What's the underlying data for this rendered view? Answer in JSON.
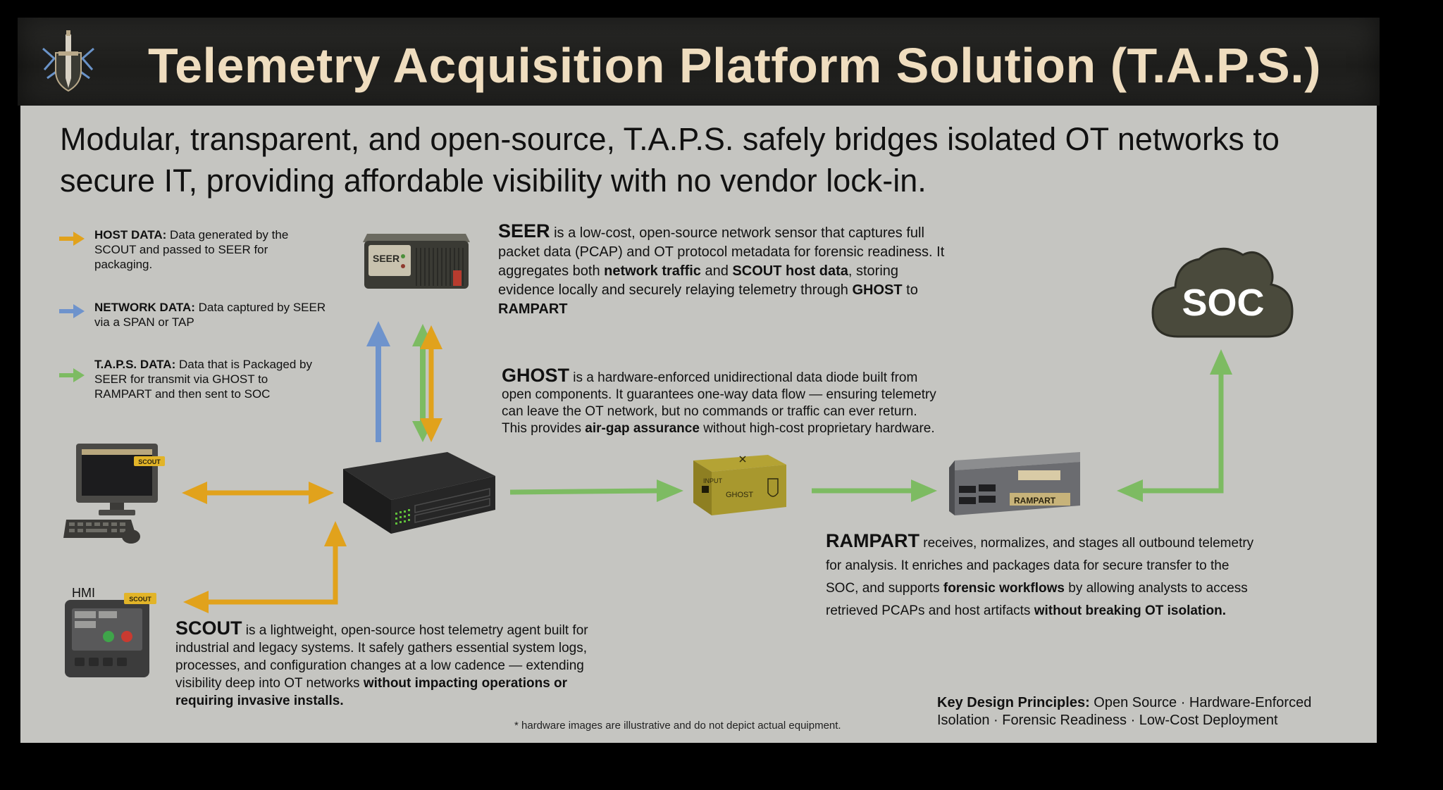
{
  "header": {
    "title": "Telemetry Acquisition Platform Solution (T.A.P.S.)"
  },
  "subtitle": "Modular, transparent, and open-source, T.A.P.S. safely bridges isolated OT networks to secure IT, providing affordable visibility with no vendor lock-in.",
  "legend": [
    {
      "label": "HOST DATA:",
      "text": " Data generated by the SCOUT and passed to SEER for packaging.",
      "color": "#e1a21c"
    },
    {
      "label": "NETWORK DATA:",
      "text": " Data captured by SEER via a SPAN or TAP",
      "color": "#6e93cc"
    },
    {
      "label": "T.A.P.S. DATA:",
      "text": " Data that is Packaged by SEER for transmit via GHOST to RAMPART and then sent to SOC",
      "color": "#7dbb62"
    }
  ],
  "colors": {
    "host": "#e1a21c",
    "network": "#6e93cc",
    "taps": "#7dbb62",
    "soc_cloud": "#4a4a3c"
  },
  "icons": {
    "header_logo": "sword-shield-icon",
    "seer": "seer-sensor-device",
    "ghost": "ghost-diode-device",
    "rampart": "rampart-server-device",
    "switch": "network-switch-device",
    "workstation": "workstation-computer-device",
    "hmi": "hmi-panel-device",
    "soc": "cloud-icon"
  },
  "devices": {
    "seer_label": "SEER",
    "ghost_label": "GHOST",
    "rampart_label": "RAMPART",
    "scout_tag": "SCOUT",
    "ghost_input": "INPUT",
    "hmi_label": "HMI",
    "soc_label": "SOC"
  },
  "seer": {
    "lead": "SEER",
    "t1": " is a low-cost, open-source network sensor that captures full packet data (PCAP) and OT protocol metadata for forensic readiness. It aggregates both ",
    "b1": "network traffic",
    "t2": " and ",
    "b2": "SCOUT host data",
    "t3": ", storing evidence locally and securely relaying telemetry through ",
    "b3": "GHOST",
    "t4": " to ",
    "b4": "RAMPART"
  },
  "ghost": {
    "lead": "GHOST",
    "t1": " is a hardware-enforced unidirectional data diode built from open components. It guarantees one-way data flow — ensuring telemetry can leave the OT network, but no commands or traffic can ever return. This provides ",
    "b1": "air-gap assurance",
    "t2": " without high-cost proprietary hardware."
  },
  "rampart": {
    "lead": "RAMPART",
    "t1": " receives, normalizes, and stages all outbound telemetry for analysis. It enriches and packages data for secure transfer to the SOC, and supports ",
    "b1": "forensic workflows",
    "t2": " by allowing analysts to access retrieved PCAPs and host artifacts ",
    "b2": "without breaking OT isolation."
  },
  "scout": {
    "lead": "SCOUT",
    "t1": " is a lightweight, open-source host telemetry agent built for industrial and legacy systems. It safely gathers essential system logs, processes, and configuration changes at a low cadence — extending visibility deep into OT networks ",
    "b1": "without impacting operations or requiring invasive installs."
  },
  "footnote": "* hardware images are illustrative and do not depict actual equipment.",
  "principles": {
    "label": "Key Design Principles:",
    "text": " Open Source · Hardware-Enforced Isolation · Forensic Readiness · Low-Cost Deployment"
  }
}
